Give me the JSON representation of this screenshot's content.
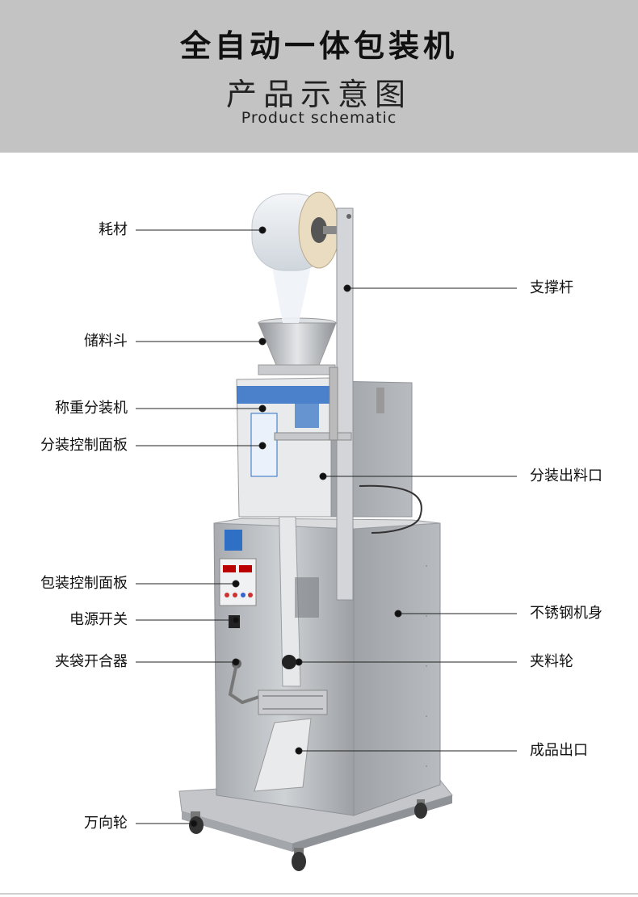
{
  "header": {
    "title": "全自动一体包装机",
    "subtitle": "产品示意图",
    "subtitle_en": "Product schematic"
  },
  "labels": {
    "consumables": "耗材",
    "support_rod": "支撑杆",
    "hopper": "储料斗",
    "weighing_machine": "称重分装机",
    "dispensing_panel": "分装控制面板",
    "dispensing_outlet": "分装出料口",
    "packing_panel": "包装控制面板",
    "stainless_body": "不锈钢机身",
    "power_switch": "电源开关",
    "bag_clamp": "夹袋开合器",
    "feed_wheel": "夹料轮",
    "product_outlet": "成品出口",
    "caster": "万向轮"
  },
  "colors": {
    "header_bg": "#c3c3c3",
    "steel": "#b9bcc0",
    "steel_dark": "#8f9297",
    "panel_blue": "#2f6fc4"
  }
}
